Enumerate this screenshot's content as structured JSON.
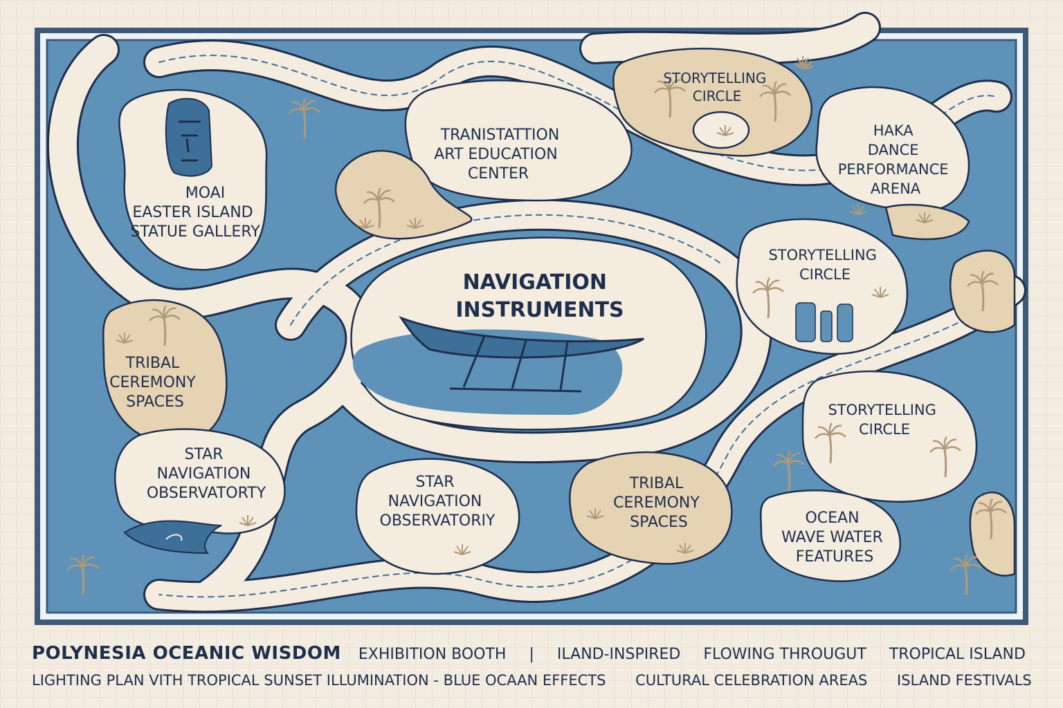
{
  "zones": {
    "moai": [
      "MOAI",
      "EASTER ISLAND",
      "STATUE GALLERY"
    ],
    "transition": [
      "TRANISTATTION",
      "ART EDUCATION",
      "CENTER"
    ],
    "storytelling_top": [
      "STORYTELLING",
      "CIRCLE"
    ],
    "haka": [
      "HAKA",
      "DANCE",
      "PERFORMANCE",
      "ARENA"
    ],
    "storytelling_mid": [
      "STORYTELLING",
      "CIRCLE"
    ],
    "navigation": [
      "NAVIGATION",
      "INSTRUMENTS"
    ],
    "tribal_left": [
      "TRIBAL",
      "CEREMONY",
      "SPACES"
    ],
    "star_left": [
      "STAR",
      "NAVIGATION",
      "OBSERVATORTY"
    ],
    "star_center": [
      "STAR",
      "NAVIGATION",
      "OBSERVATORIY"
    ],
    "tribal_center": [
      "TRIBAL",
      "CEREMONY",
      "SPACES"
    ],
    "storytelling_low": [
      "STORYTELLING",
      "CIRCLE"
    ],
    "ocean": [
      "OCEAN",
      "WAVE WATER",
      "FEATURES"
    ]
  },
  "caption": {
    "title": "POLYNESIA OCEANIC WISDOM",
    "line1": [
      "EXHIBITION BOOTH",
      "|",
      "ILAND-INSPIRED",
      "FLOWING THROUGUT",
      "TROPICAL ISLAND"
    ],
    "line2": [
      "LIGHTING PLAN VITH TROPICAL SUNSET ILLUMINATION - BLUE OCAAN EFFECTS",
      "CULTURAL CELEBRATION AREAS",
      "ISLAND FESTIVALS"
    ]
  },
  "colors": {
    "ocean_blue": "#5f92b8",
    "deep_blue": "#3d6f98",
    "cream": "#f4ecdf",
    "sand": "#e6d3b4",
    "ink": "#1e2f4d",
    "palm": "#b09a78"
  },
  "icons": [
    "moai-icon",
    "canoe-icon",
    "palm-tree-icon",
    "wave-icon",
    "statue-group-icon"
  ]
}
